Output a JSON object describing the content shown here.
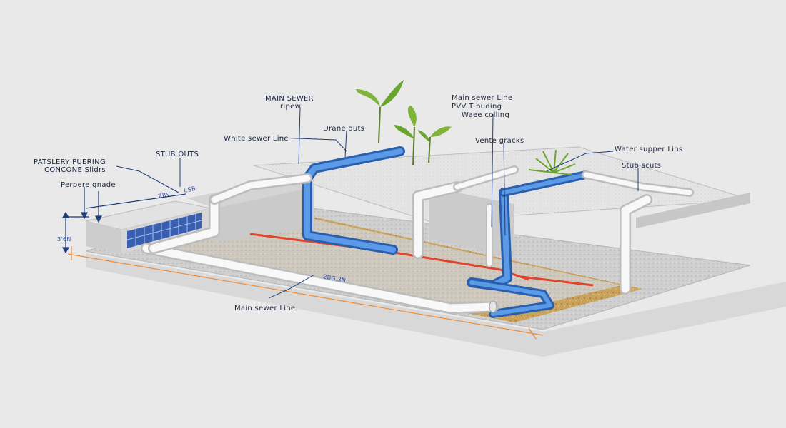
{
  "labels": {
    "main_sewer_pipew_1": "MAIN SEWER",
    "main_sewer_pipew_2": "ripew",
    "main_sewer_line_top_1": "Main sewer Line",
    "main_sewer_line_top_2": "PVV T buding",
    "main_sewer_line_top_3": "Waee colling",
    "drain_outs": "Drane outs",
    "white_sewer_line": "White sewer Line",
    "vent_stacks": "Vente gracks",
    "water_supply_lines": "Water supper Lins",
    "stub_outs_left": "STUB OUTS",
    "stub_outs_right": "Stub scuts",
    "footing_1": "PATSLERY PUERING",
    "footing_2": "CONCONE Slidrs",
    "purpose_grade": "Perpere gnade",
    "main_sewer_line_bottom": "Main sewer Line"
  },
  "dimensions": {
    "dim_top_a": "ZBV",
    "dim_top_b": "I.SB",
    "dim_left": "3'6N",
    "dim_pipe": "2BG.3N"
  },
  "colors": {
    "background": "#e9e9e9",
    "concrete": "#d6d6d6",
    "concrete_dark": "#bdbdbd",
    "gravel": "#c8a35f",
    "white_pipe": "#f7f7f7",
    "blue_pipe": "#3d7fd9",
    "red_line": "#e0452b",
    "orange_dim": "#f08a34",
    "leader": "#1f3c7a"
  },
  "icons": [
    "plant-icon"
  ]
}
